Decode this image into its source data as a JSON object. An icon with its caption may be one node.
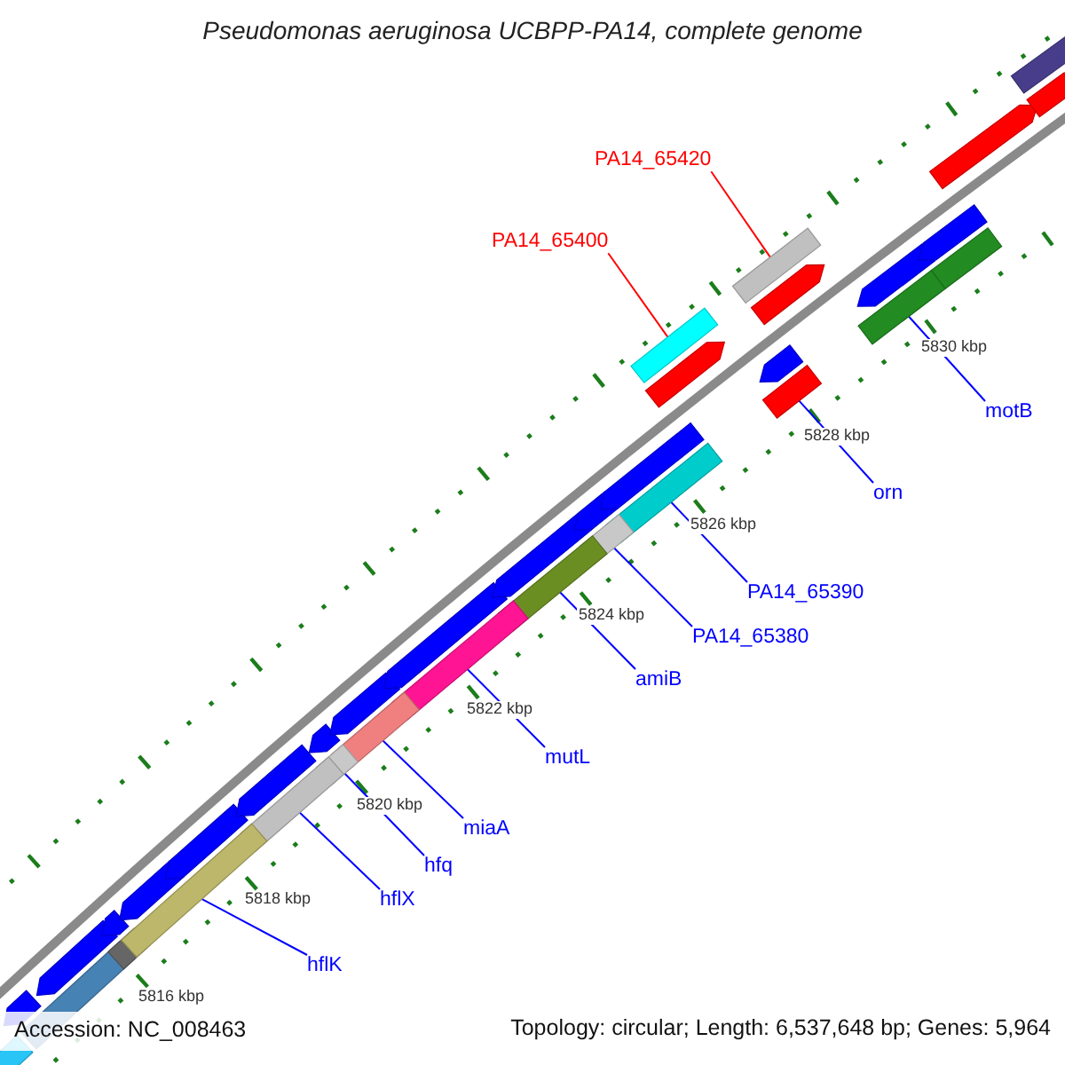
{
  "diagram": {
    "title": "Pseudomonas aeruginosa UCBPP-PA14, complete genome",
    "nodes": [
      {
        "text": [
          "PA14_65420"
        ]
      },
      {
        "text": [],
        "shape": "bar"
      },
      {
        "text": [
          "PA14_65400"
        ]
      },
      {
        "text": [],
        "shape": "bar"
      },
      {
        "text": [
          "motB"
        ]
      },
      {
        "text": [],
        "shape": "bar"
      },
      {
        "text": [
          "orn"
        ]
      },
      {
        "text": [],
        "shape": "bar"
      },
      {
        "text": [
          "PA14_65390"
        ]
      },
      {
        "text": [],
        "shape": "bar"
      },
      {
        "text": [
          "PA14_65380"
        ]
      },
      {
        "text": [],
        "shape": "bar"
      },
      {
        "text": [
          "amiB"
        ]
      },
      {
        "text": [],
        "shape": "bar"
      },
      {
        "text": [
          "mutL"
        ]
      },
      {
        "text": [],
        "shape": "bar"
      },
      {
        "text": [
          "miaA"
        ]
      },
      {
        "text": [],
        "shape": "bar"
      },
      {
        "text": [
          "hfq"
        ]
      },
      {
        "text": [],
        "shape": "bar"
      },
      {
        "text": [
          "hflX"
        ]
      },
      {
        "text": [],
        "shape": "bar"
      },
      {
        "text": [
          "hflK"
        ]
      },
      {
        "text": [],
        "shape": "bar"
      }
    ],
    "edges": [
      {
        "from": 0,
        "to": 1,
        "arrow": "none",
        "color": "#ff0000"
      },
      {
        "from": 2,
        "to": 3,
        "arrow": "none",
        "color": "#ff0000"
      },
      {
        "from": 4,
        "to": 5,
        "arrow": "none"
      },
      {
        "from": 6,
        "to": 7,
        "arrow": "none"
      },
      {
        "from": 8,
        "to": 9,
        "arrow": "none"
      },
      {
        "from": 10,
        "to": 11,
        "arrow": "none"
      },
      {
        "from": 12,
        "to": 13,
        "arrow": "none"
      },
      {
        "from": 14,
        "to": 15,
        "arrow": "none"
      },
      {
        "from": 16,
        "to": 17,
        "arrow": "none"
      },
      {
        "from": 18,
        "to": 19,
        "arrow": "none"
      },
      {
        "from": 20,
        "to": 21,
        "arrow": "none"
      },
      {
        "from": 22,
        "to": 23,
        "arrow": "none"
      }
    ],
    "labels": [
      "5830 kbp",
      "5828 kbp",
      "5826 kbp",
      "5824 kbp",
      "5822 kbp",
      "5820 kbp",
      "5818 kbp",
      "5816 kbp",
      "Accession: NC_008463",
      "Topology: circular; Length: 6,537,648 bp; Genes: 5,964"
    ]
  }
}
